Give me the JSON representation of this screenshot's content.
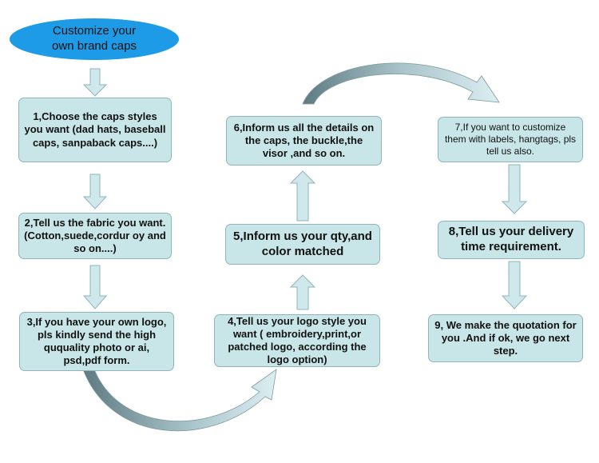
{
  "header": {
    "title": "Customize your\nown brand caps"
  },
  "steps": [
    {
      "text": "1,Choose the caps styles you want (dad hats, baseball caps, sanpaback caps....)"
    },
    {
      "text": "2,Tell us the fabric you want.(Cotton,suede,cordur oy and so on....)"
    },
    {
      "text": "3,If you have your own logo, pls kindly send the high ququality photo or ai, psd,pdf form."
    },
    {
      "text": "4,Tell us your logo style you want ( embroidery,print,or patched logo, according the logo option)"
    },
    {
      "text": "5,Inform us your qty,and color matched"
    },
    {
      "text": "6,Inform us all the details on the caps, the buckle,the visor ,and so on."
    },
    {
      "text": "7,If you want to customize them with labels, hangtags, pls tell us also."
    },
    {
      "text": "8,Tell us your delivery time requirement."
    },
    {
      "text": "9, We make the quotation for you .And if ok, we go next step."
    }
  ],
  "colors": {
    "box_fill": "#c8e6e8",
    "box_border": "#8fb4bd",
    "header_fill": "#1e9be6",
    "arrow_fill": "#cfe8ec"
  }
}
